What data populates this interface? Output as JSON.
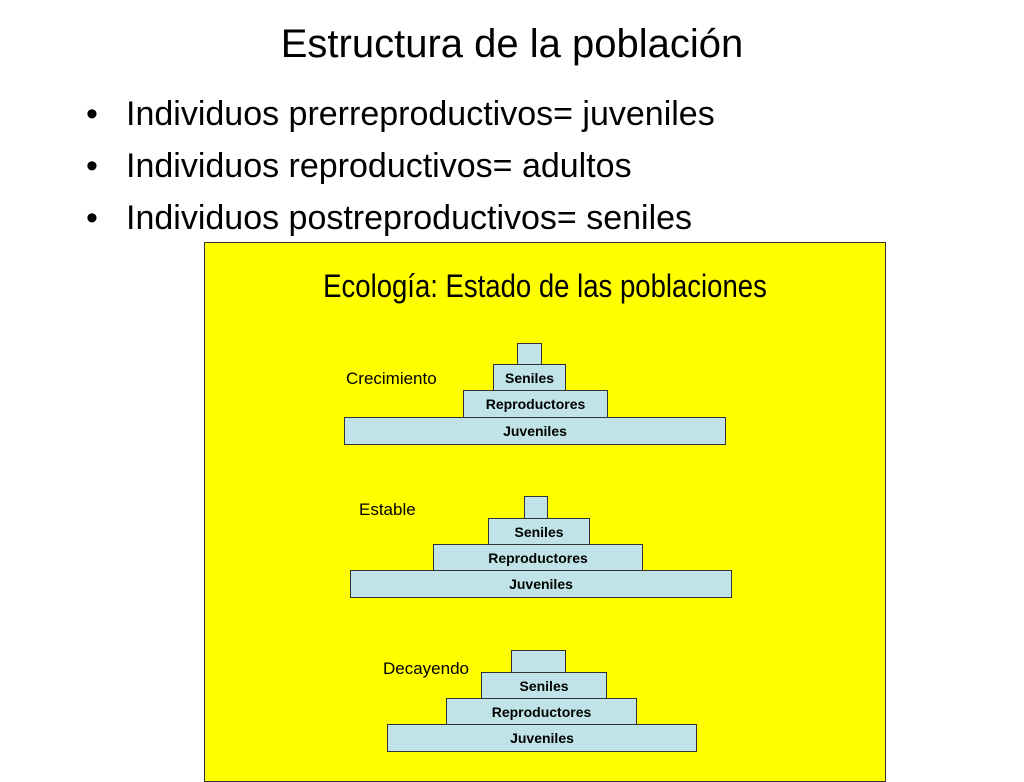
{
  "slide": {
    "title": "Estructura de la población",
    "bullets": [
      "Individuos prerreproductivos= juveniles",
      "Individuos reproductivos= adultos",
      "Individuos postreproductivos= seniles"
    ]
  },
  "panel": {
    "title": "Ecología: Estado de las poblaciones",
    "background": "#ffff00",
    "bar_color": "#bfe3e6",
    "pyramids": [
      {
        "label": "Crecimiento",
        "layers": {
          "top": "",
          "seniles": "Seniles",
          "reproductores": "Reproductores",
          "juveniles": "Juveniles"
        }
      },
      {
        "label": "Estable",
        "layers": {
          "top": "",
          "seniles": "Seniles",
          "reproductores": "Reproductores",
          "juveniles": "Juveniles"
        }
      },
      {
        "label": "Decayendo",
        "layers": {
          "top": "",
          "seniles": "Seniles",
          "reproductores": "Reproductores",
          "juveniles": "Juveniles"
        }
      }
    ]
  }
}
